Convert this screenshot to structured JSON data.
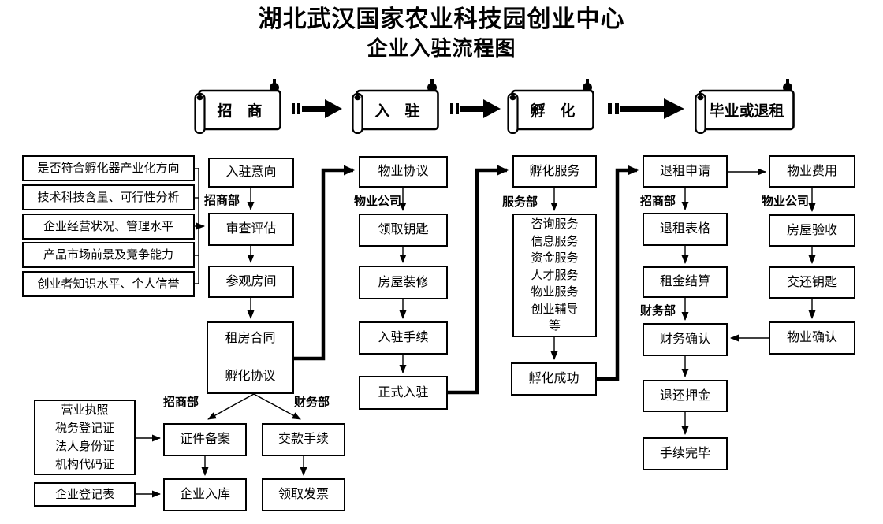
{
  "title": {
    "line1": "湖北武汉国家农业科技园创业中心",
    "line2": "企业入驻流程图"
  },
  "phases": [
    {
      "label": "招　商"
    },
    {
      "label": "入　驻"
    },
    {
      "label": "孵　化"
    },
    {
      "label": "毕业或退租"
    }
  ],
  "criteria": [
    "是否符合孵化器产业化方向",
    "技术科技含量、可行性分析",
    "企业经营状况、管理水平",
    "产品市场前景及竞争能力",
    "创业者知识水平、个人信誉"
  ],
  "nodes": {
    "entry_intent": "入驻意向",
    "review": "审查评估",
    "visit_room": "参观房间",
    "contract": "租房合同\n\n孵化协议",
    "docs": "营业执照\n税务登记证\n法人身份证\n机构代码证",
    "reg_form": "企业登记表",
    "cert_filing": "证件备案",
    "enterprise_db": "企业入库",
    "payment": "交款手续",
    "invoice": "领取发票",
    "property_agreement": "物业协议",
    "get_keys": "领取钥匙",
    "renovation": "房屋装修",
    "entry_procedure": "入驻手续",
    "official_entry": "正式入驻",
    "incubation_service": "孵化服务",
    "services": "咨询服务\n信息服务\n资金服务\n人才服务\n物业服务\n创业辅导\n等",
    "incubation_success": "孵化成功",
    "refund_apply": "退租申请",
    "refund_form": "退租表格",
    "rent_settle": "租金结算",
    "finance_confirm": "财务确认",
    "deposit_return": "退还押金",
    "complete": "手续完毕",
    "property_fee": "物业费用",
    "house_inspect": "房屋验收",
    "return_keys": "交还钥匙",
    "property_confirm": "物业确认"
  },
  "depts": {
    "c2": "招商部",
    "bottom_left": "招商部",
    "bottom_right": "财务部",
    "c3": "物业公司",
    "c4": "服务部",
    "c5_top": "招商部",
    "c5_mid": "财务部",
    "c6": "物业公司"
  },
  "colors": {
    "line": "#000000",
    "background": "#ffffff",
    "text": "#000000"
  }
}
